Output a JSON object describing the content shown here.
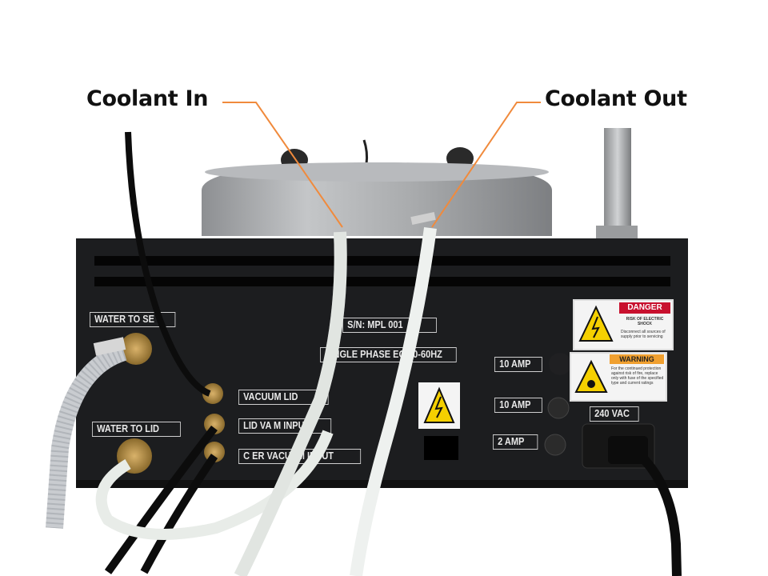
{
  "callouts": {
    "coolant_in": "Coolant In",
    "coolant_out": "Coolant Out"
  },
  "panel_labels": {
    "water_to_base": "WATER TO    SE",
    "serial": "S/N: MPL        001",
    "power_spec": "SINGLE PHASE    EQ 50-60HZ",
    "vacuum_lid": "VACUUM     LID",
    "lid_vacuum_input": "LID VA      M INPUT",
    "water_to_lid": "WATER TO LID",
    "chamber_vacuum_input": "C      ER VACUUM INPUT",
    "fuse_1": "10 AMP",
    "fuse_2": "10 AMP",
    "fuse_3": "2 AMP",
    "voltage": "240 VAC"
  },
  "stickers": {
    "danger_title": "DANGER",
    "danger_text": "RISK OF ELECTRIC SHOCK",
    "danger_sub": "Disconnect all sources of supply prior to servicing",
    "warning_title": "WARNING",
    "warning_text": "For the continued protection against risk of fire, replace only with fuse of the specified type and current ratings"
  },
  "colors": {
    "leader": "#f08a3c",
    "panel": "#1c1d1f",
    "danger": "#c8102e",
    "warning": "#f0a030",
    "hazard_yellow": "#f5d000"
  }
}
